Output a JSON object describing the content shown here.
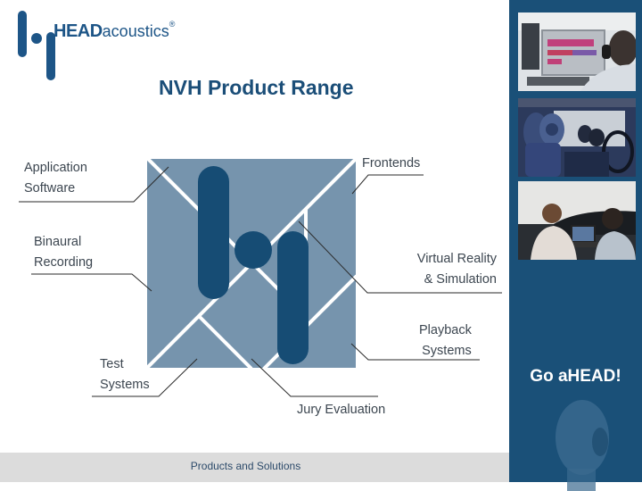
{
  "logo": {
    "brand_bold": "HEAD",
    "brand_light": "acoustics",
    "registered": "®",
    "color": "#1d5587"
  },
  "slide": {
    "title": "NVH Product Range",
    "footer": "Products and Solutions"
  },
  "diagram": {
    "square_color": "#7694ad",
    "logo_mark_color": "#164c74",
    "labels": {
      "application_software": [
        "Application",
        "Software"
      ],
      "binaural_recording": [
        "Binaural",
        "Recording"
      ],
      "test_systems": [
        "Test",
        "Systems"
      ],
      "jury_evaluation": "Jury Evaluation",
      "frontends": "Frontends",
      "virtual_reality": [
        "Virtual Reality",
        "& Simulation"
      ],
      "playback_systems": [
        "Playback",
        "Systems"
      ]
    }
  },
  "sidebar": {
    "background": "#1a5078",
    "slogan": "Go aHEAD!",
    "photos": [
      {
        "subject": "engineer-with-headphones-at-monitor"
      },
      {
        "subject": "artificial-head-in-car-seat"
      },
      {
        "subject": "engineers-with-laptop-at-vehicle"
      }
    ]
  }
}
